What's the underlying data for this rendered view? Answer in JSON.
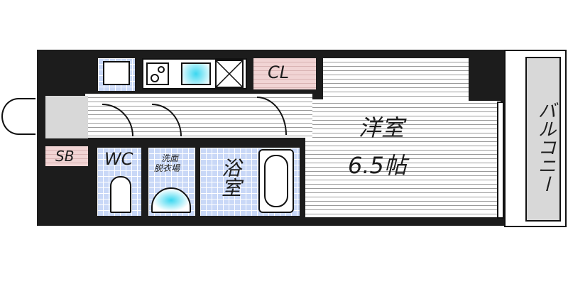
{
  "floor_plan": {
    "rooms": {
      "western_room": {
        "name": "洋室",
        "size": "6.5帖"
      },
      "balcony": {
        "name": "バルコニー"
      },
      "closet": {
        "name": "CL"
      },
      "shoe_box": {
        "name": "SB"
      },
      "toilet": {
        "name": "WC"
      },
      "washroom": {
        "name_line1": "洗面",
        "name_line2": "脱衣場"
      },
      "bathroom": {
        "name": "浴室"
      }
    },
    "colors": {
      "wall": "#1c1c1c",
      "tile": "#c9d8f7",
      "closet": "#f1d4d4",
      "balcony": "#d8d8d8",
      "sink_water": "#3ad7f0"
    }
  }
}
